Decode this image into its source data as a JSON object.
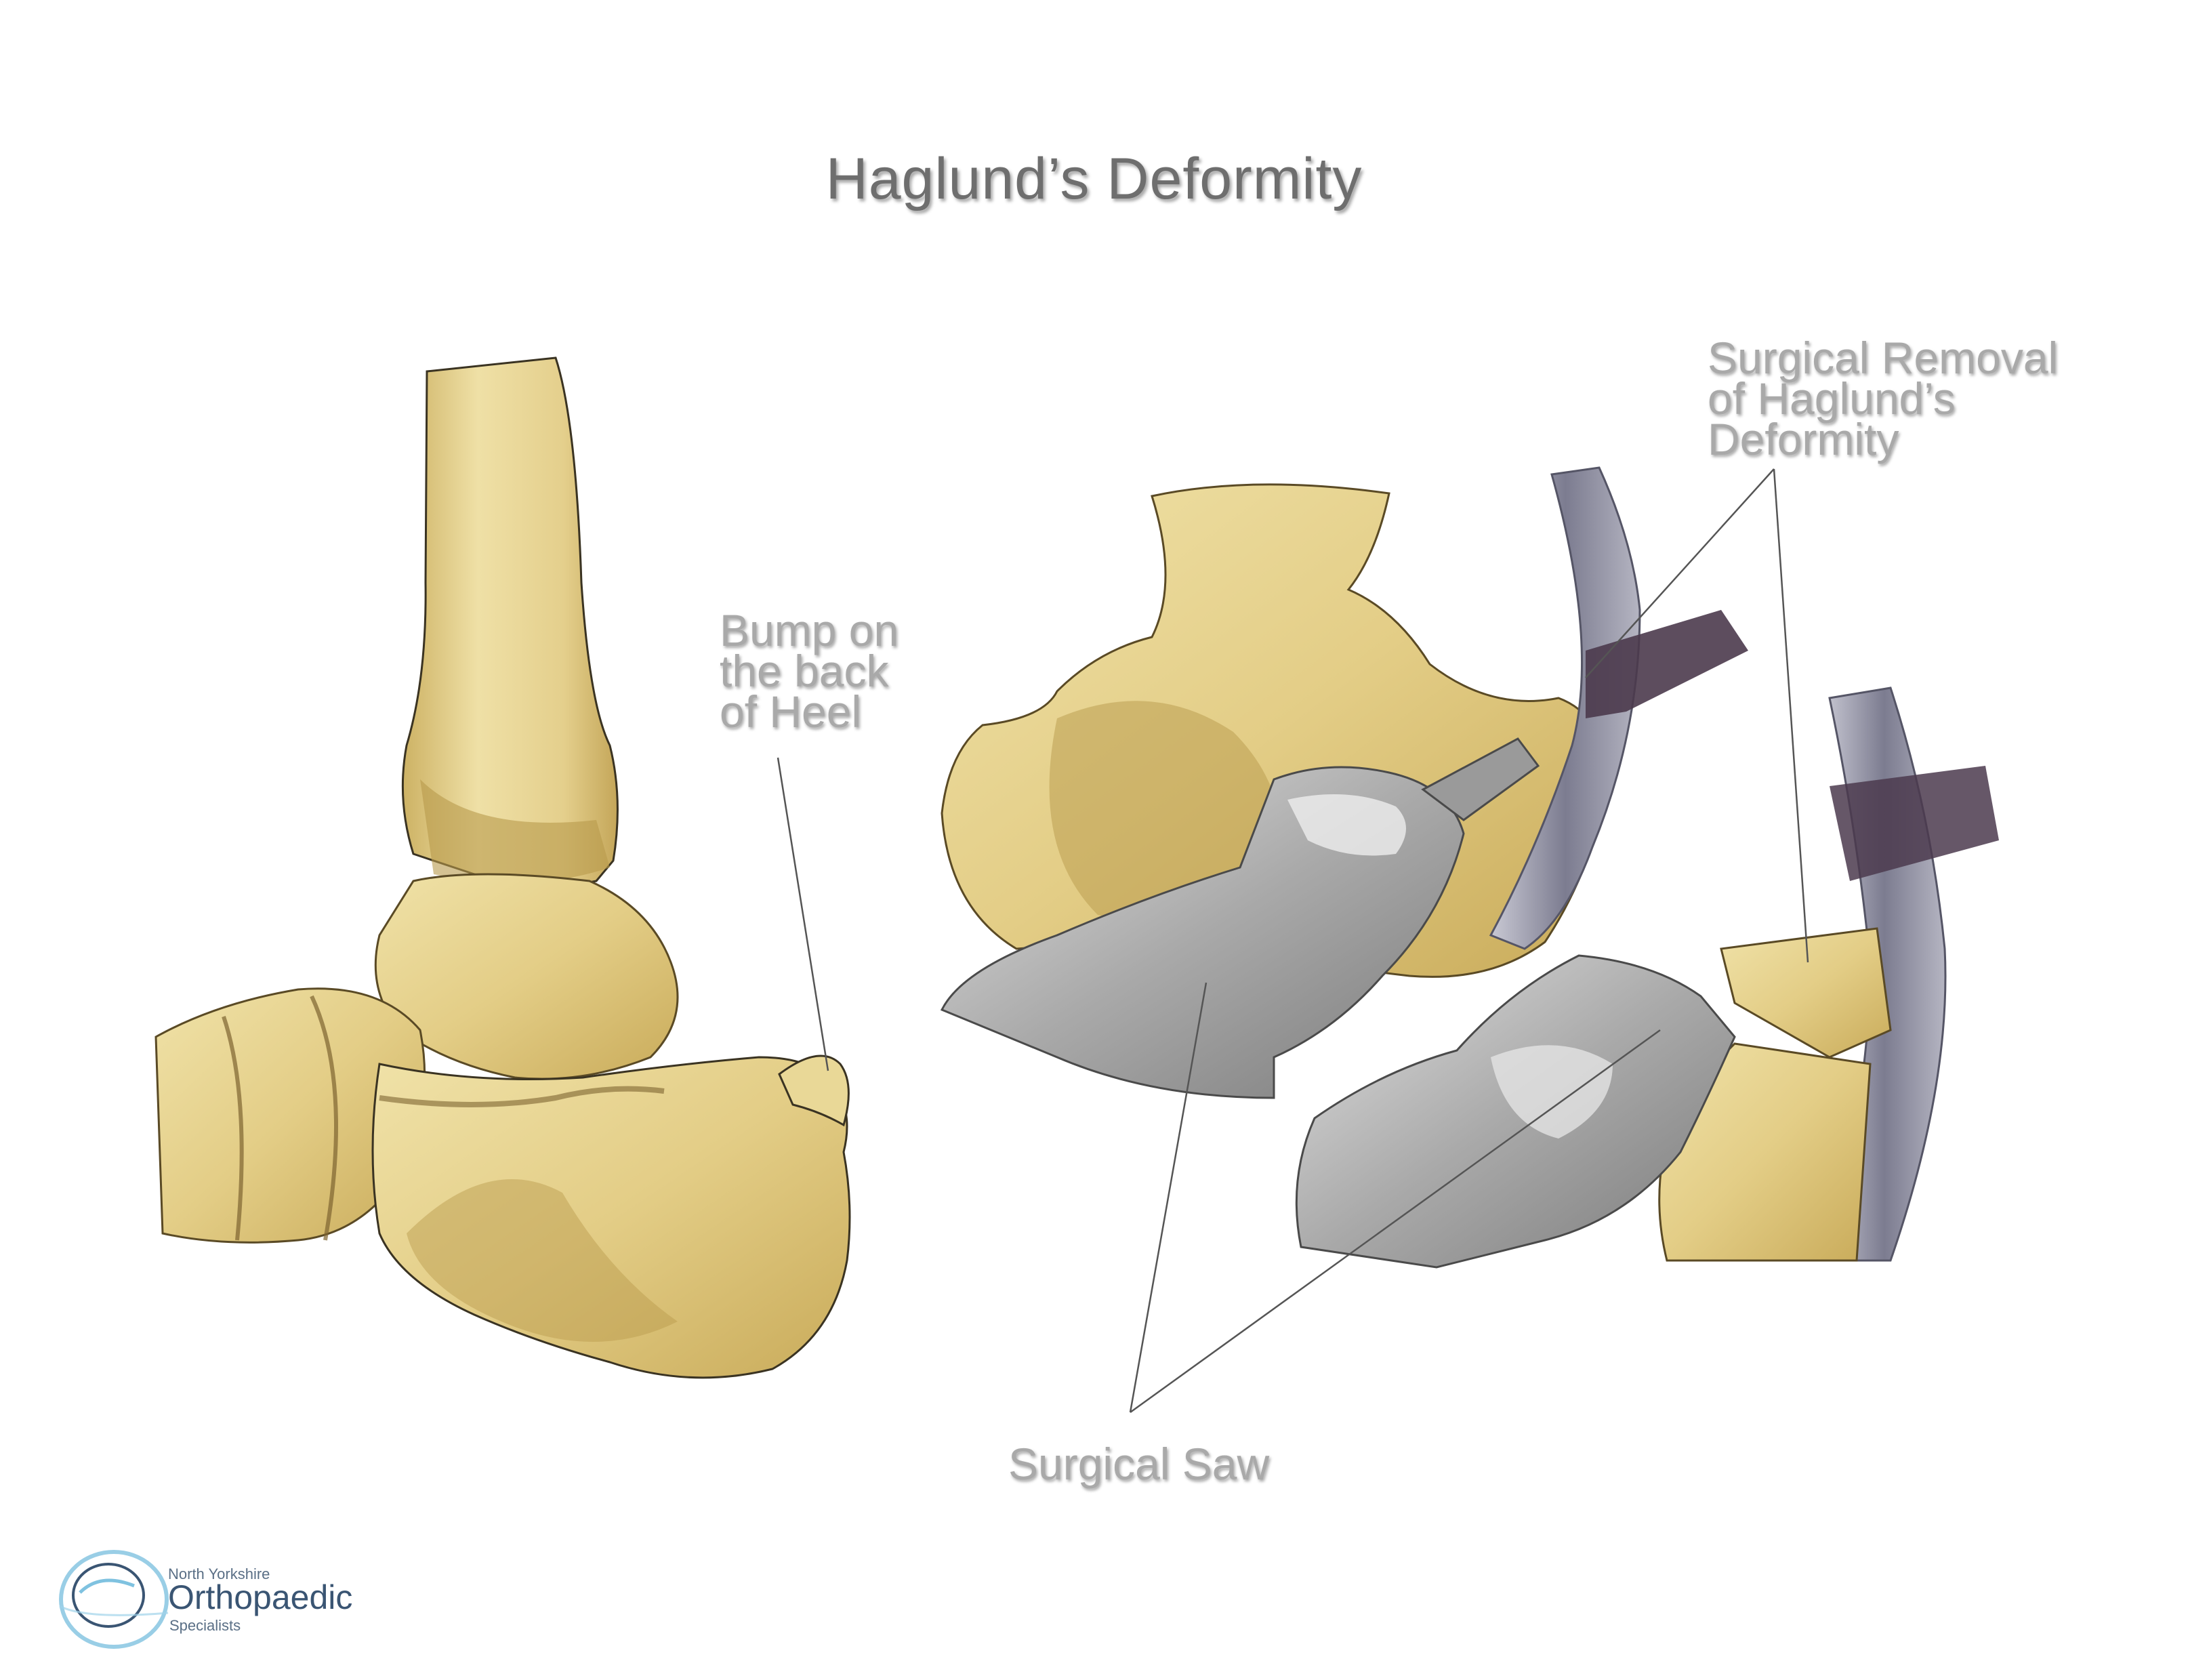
{
  "title": "Haglund’s Deformity",
  "labels": {
    "bump": [
      "Bump on",
      "the back",
      "of Heel"
    ],
    "removal": [
      "Surgical Removal",
      "of Haglund’s",
      "Deformity"
    ],
    "saw": "Surgical Saw"
  },
  "logo": {
    "line1": "North Yorkshire",
    "main": "Orthopaedic",
    "line3": "Specialists"
  },
  "colors": {
    "bone": "#e6d28f",
    "bone_shadow": "#b89a47",
    "bone_dark": "#8c7030",
    "steel": "#a7a7a7",
    "steel_light": "#d8d8d8",
    "steel_dark": "#7d7d7d",
    "tendon": "#6f6f82",
    "retractor": "#4b3a4d",
    "label_text": "#a9a9a9",
    "title_text": "#6e6e6e",
    "logo_text": "#3a5573",
    "logo_accent": "#7fc2e0"
  }
}
